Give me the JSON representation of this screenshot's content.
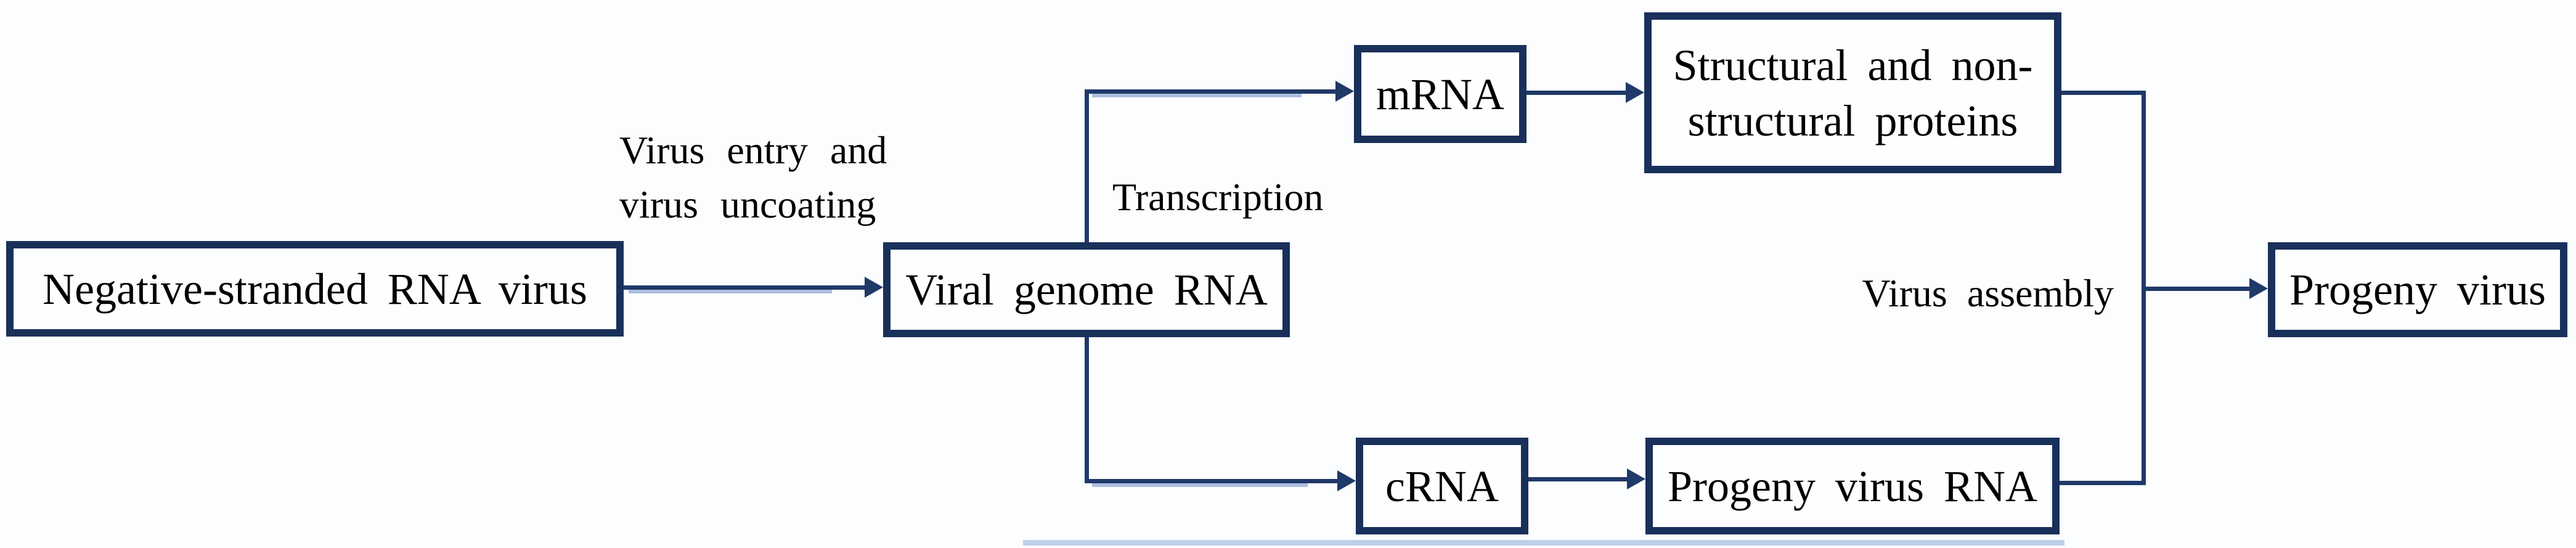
{
  "diagram": {
    "nodes": {
      "negative_stranded": {
        "label": "Negative-stranded RNA virus"
      },
      "viral_genome": {
        "label": "Viral genome RNA"
      },
      "mrna": {
        "label": "mRNA"
      },
      "proteins": {
        "label": "Structural and non-structural proteins",
        "line1": "Structural and non-",
        "line2": "structural proteins"
      },
      "crna": {
        "label": "cRNA"
      },
      "progeny_rna": {
        "label": "Progeny virus RNA"
      },
      "progeny_virus": {
        "label": "Progeny virus"
      }
    },
    "labels": {
      "entry": {
        "full": "Virus entry and virus uncoating",
        "line1": "Virus entry and",
        "line2": "virus uncoating"
      },
      "transcription": "Transcription",
      "assembly": "Virus assembly"
    },
    "edges": [
      {
        "from": "negative_stranded",
        "to": "viral_genome",
        "label": "Virus entry and virus uncoating"
      },
      {
        "from": "viral_genome",
        "to": "mrna",
        "label": "Transcription"
      },
      {
        "from": "mrna",
        "to": "proteins",
        "label": ""
      },
      {
        "from": "viral_genome",
        "to": "crna",
        "label": ""
      },
      {
        "from": "crna",
        "to": "progeny_rna",
        "label": ""
      },
      {
        "from": "proteins",
        "to": "progeny_virus",
        "label": "Virus assembly"
      },
      {
        "from": "progeny_rna",
        "to": "progeny_virus",
        "label": "Virus assembly"
      }
    ],
    "colors": {
      "box_border": "#19305a",
      "connector": "#1f3968",
      "connector_shine": "#9fb3d8",
      "text": "#000000",
      "background": "#fcfdfe"
    }
  }
}
